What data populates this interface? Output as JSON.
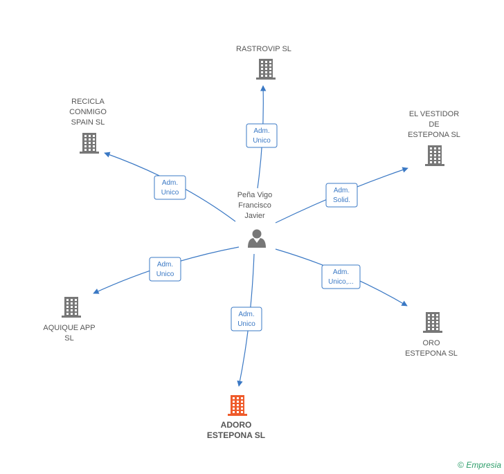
{
  "person": {
    "name_lines": [
      "Peña Vigo",
      "Francisco",
      "Javier"
    ]
  },
  "companies": [
    {
      "id": "rastrovip",
      "lines": [
        "RASTROVIP SL"
      ],
      "highlight": false
    },
    {
      "id": "recicla",
      "lines": [
        "RECICLA",
        "CONMIGO",
        "SPAIN SL"
      ],
      "highlight": false
    },
    {
      "id": "vestidor",
      "lines": [
        "EL VESTIDOR",
        "DE",
        "ESTEPONA  SL"
      ],
      "highlight": false
    },
    {
      "id": "aquique",
      "lines": [
        "AQUIQUE APP",
        "SL"
      ],
      "highlight": false
    },
    {
      "id": "oro",
      "lines": [
        "ORO",
        "ESTEPONA  SL"
      ],
      "highlight": false
    },
    {
      "id": "adoro",
      "lines": [
        "ADORO",
        "ESTEPONA SL"
      ],
      "highlight": true
    }
  ],
  "relations": [
    {
      "to": "rastrovip",
      "lines": [
        "Adm.",
        "Unico"
      ]
    },
    {
      "to": "recicla",
      "lines": [
        "Adm.",
        "Unico"
      ]
    },
    {
      "to": "vestidor",
      "lines": [
        "Adm.",
        "Solid."
      ]
    },
    {
      "to": "aquique",
      "lines": [
        "Adm.",
        "Unico"
      ]
    },
    {
      "to": "oro",
      "lines": [
        "Adm.",
        "Unico,..."
      ]
    },
    {
      "to": "adoro",
      "lines": [
        "Adm.",
        "Unico"
      ]
    }
  ],
  "colors": {
    "edge": "#3a78c4",
    "building": "#777777",
    "building_highlight": "#ef5b2b",
    "text": "#555555"
  },
  "watermark": {
    "copyright": "©",
    "brand": "Empresia"
  }
}
